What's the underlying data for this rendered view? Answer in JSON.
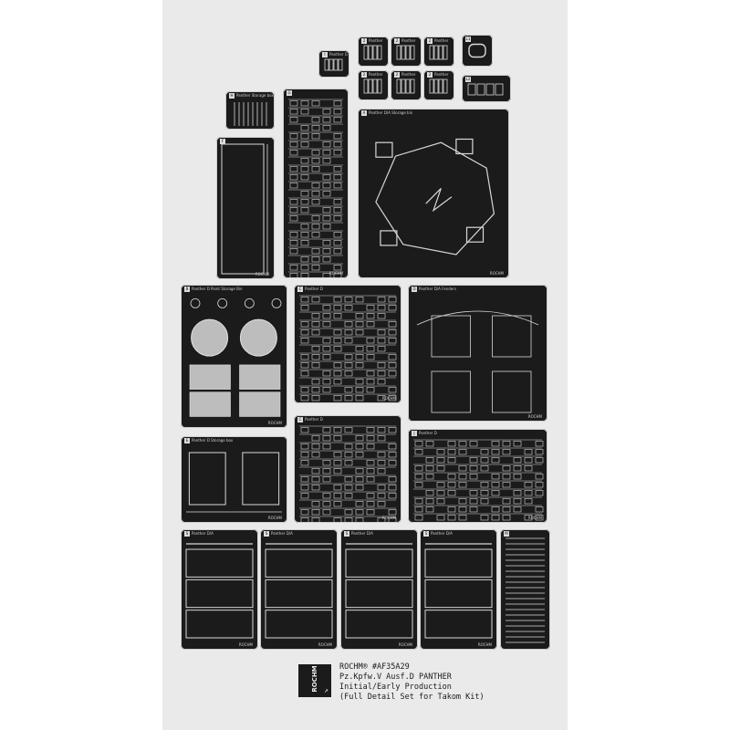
{
  "brand_mark": "ROCHM",
  "frets": [
    {
      "id": "i1",
      "label": "Panther G",
      "num": "I"
    },
    {
      "id": "k1",
      "label": "Panther",
      "num": "2"
    },
    {
      "id": "k2",
      "label": "Panther",
      "num": "2"
    },
    {
      "id": "k3",
      "label": "Panther",
      "num": "2"
    },
    {
      "id": "k4",
      "label": "Panther",
      "num": "2"
    },
    {
      "id": "k5",
      "label": "Panther",
      "num": "2"
    },
    {
      "id": "k6",
      "label": "Panther",
      "num": "2"
    },
    {
      "id": "l1",
      "label": "",
      "num": "L1"
    },
    {
      "id": "l2",
      "label": "",
      "num": "L2"
    },
    {
      "id": "h",
      "label": "Panther Storage box",
      "num": "H"
    },
    {
      "id": "f",
      "label": "",
      "num": "F"
    },
    {
      "id": "g",
      "label": "",
      "num": "G"
    },
    {
      "id": "a",
      "label": "Panther D/A Storage bin",
      "num": "A"
    },
    {
      "id": "p1",
      "label": "Panther D Paint Storage Bin",
      "num": "B"
    },
    {
      "id": "p2",
      "label": "Panther D",
      "num": "C"
    },
    {
      "id": "p3",
      "label": "Panther D/A Fenders",
      "num": "D"
    },
    {
      "id": "p4",
      "label": "Panther D Storage box",
      "num": "E"
    },
    {
      "id": "p5",
      "label": "Panther D",
      "num": "C"
    },
    {
      "id": "p6",
      "label": "Panther D",
      "num": "J"
    },
    {
      "id": "s1",
      "label": "Panther D/A",
      "num": "S"
    },
    {
      "id": "s2",
      "label": "Panther D/A",
      "num": "S"
    },
    {
      "id": "s3",
      "label": "Panther D/A",
      "num": "S"
    },
    {
      "id": "s4",
      "label": "Panther D/A",
      "num": "S"
    },
    {
      "id": "s5",
      "label": "",
      "num": "M"
    }
  ],
  "caption": {
    "line1": "ROCHM® #AF35A29",
    "line2": "Pz.Kpfw.V Ausf.D PANTHER",
    "line3": "Initial/Early Production",
    "line4": "(Full Detail Set for Takom Kit)"
  }
}
